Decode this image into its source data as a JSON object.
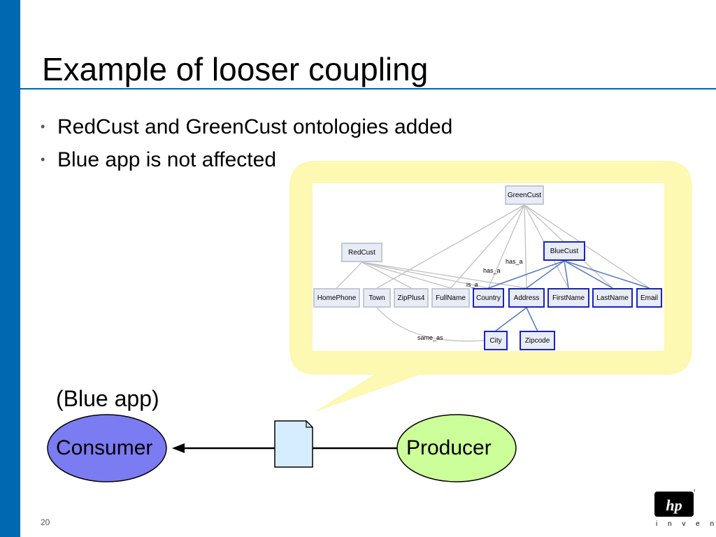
{
  "slide": {
    "title": "Example of looser coupling",
    "bullets": [
      "RedCust and GreenCust ontologies added",
      "Blue app is not affected"
    ],
    "bullet_marker": "•",
    "page_number": "20",
    "colors": {
      "left_bar": "#0068b0",
      "callout": "#fdf8b2",
      "blue_node_border": "#1a22c0",
      "grey_node_border": "#c4c8d0",
      "blue_edge": "#5577bb",
      "grey_edge": "#c0c0c0",
      "consumer_fill": "#7b7bf2",
      "producer_fill": "#ccff99",
      "document_fill": "#d6ecff"
    }
  },
  "ontology_graph": {
    "nodes": [
      {
        "id": "GreenCust",
        "label": "GreenCust",
        "style": "grey"
      },
      {
        "id": "RedCust",
        "label": "RedCust",
        "style": "grey"
      },
      {
        "id": "BlueCust",
        "label": "BlueCust",
        "style": "blue"
      },
      {
        "id": "HomePhone",
        "label": "HomePhone",
        "style": "grey"
      },
      {
        "id": "Town",
        "label": "Town",
        "style": "grey"
      },
      {
        "id": "ZipPlus4",
        "label": "ZipPlus4",
        "style": "grey"
      },
      {
        "id": "FullName",
        "label": "FullName",
        "style": "grey"
      },
      {
        "id": "Country",
        "label": "Country",
        "style": "blue"
      },
      {
        "id": "Address",
        "label": "Address",
        "style": "blue"
      },
      {
        "id": "FirstName",
        "label": "FirstName",
        "style": "blue"
      },
      {
        "id": "LastName",
        "label": "LastName",
        "style": "blue"
      },
      {
        "id": "Email",
        "label": "Email",
        "style": "blue"
      },
      {
        "id": "City",
        "label": "City",
        "style": "blue"
      },
      {
        "id": "Zipcode",
        "label": "Zipcode",
        "style": "blue"
      }
    ],
    "edge_labels": {
      "has_a_1": "has_a",
      "has_a_2": "has_a",
      "is_a": "is_a",
      "same_as": "same_as"
    }
  },
  "flow": {
    "context_label": "(Blue app)",
    "consumer": "Consumer",
    "producer": "Producer",
    "document_icon": "document-icon"
  },
  "branding": {
    "logo_text": "hp",
    "tagline": "i n v e n t",
    "registered_mark": "®"
  }
}
